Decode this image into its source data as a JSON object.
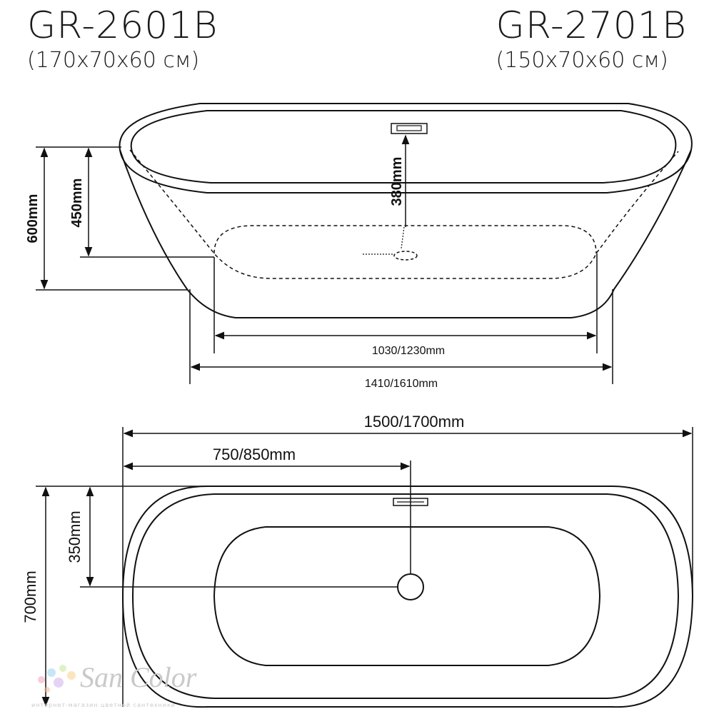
{
  "models": [
    {
      "name": "GR-2601B",
      "size": "(170x70x60 см)"
    },
    {
      "name": "GR-2701B",
      "size": "(150x70x60 см)"
    }
  ],
  "side_view": {
    "overall_height": "600mm",
    "inner_depth": "450mm",
    "overflow_height": "380mm",
    "bottom_inner_length": "1030/1230mm",
    "bottom_outer_length": "1410/1610mm"
  },
  "top_view": {
    "overall_length": "1500/1700mm",
    "drain_position": "750/850mm",
    "overall_width": "700mm",
    "half_width": "350mm"
  },
  "watermark": {
    "brand": "San Color",
    "tagline": "интернет-магазин цветной сантехники"
  },
  "colors": {
    "line": "#111111",
    "watermark": "#c9c9c9"
  }
}
